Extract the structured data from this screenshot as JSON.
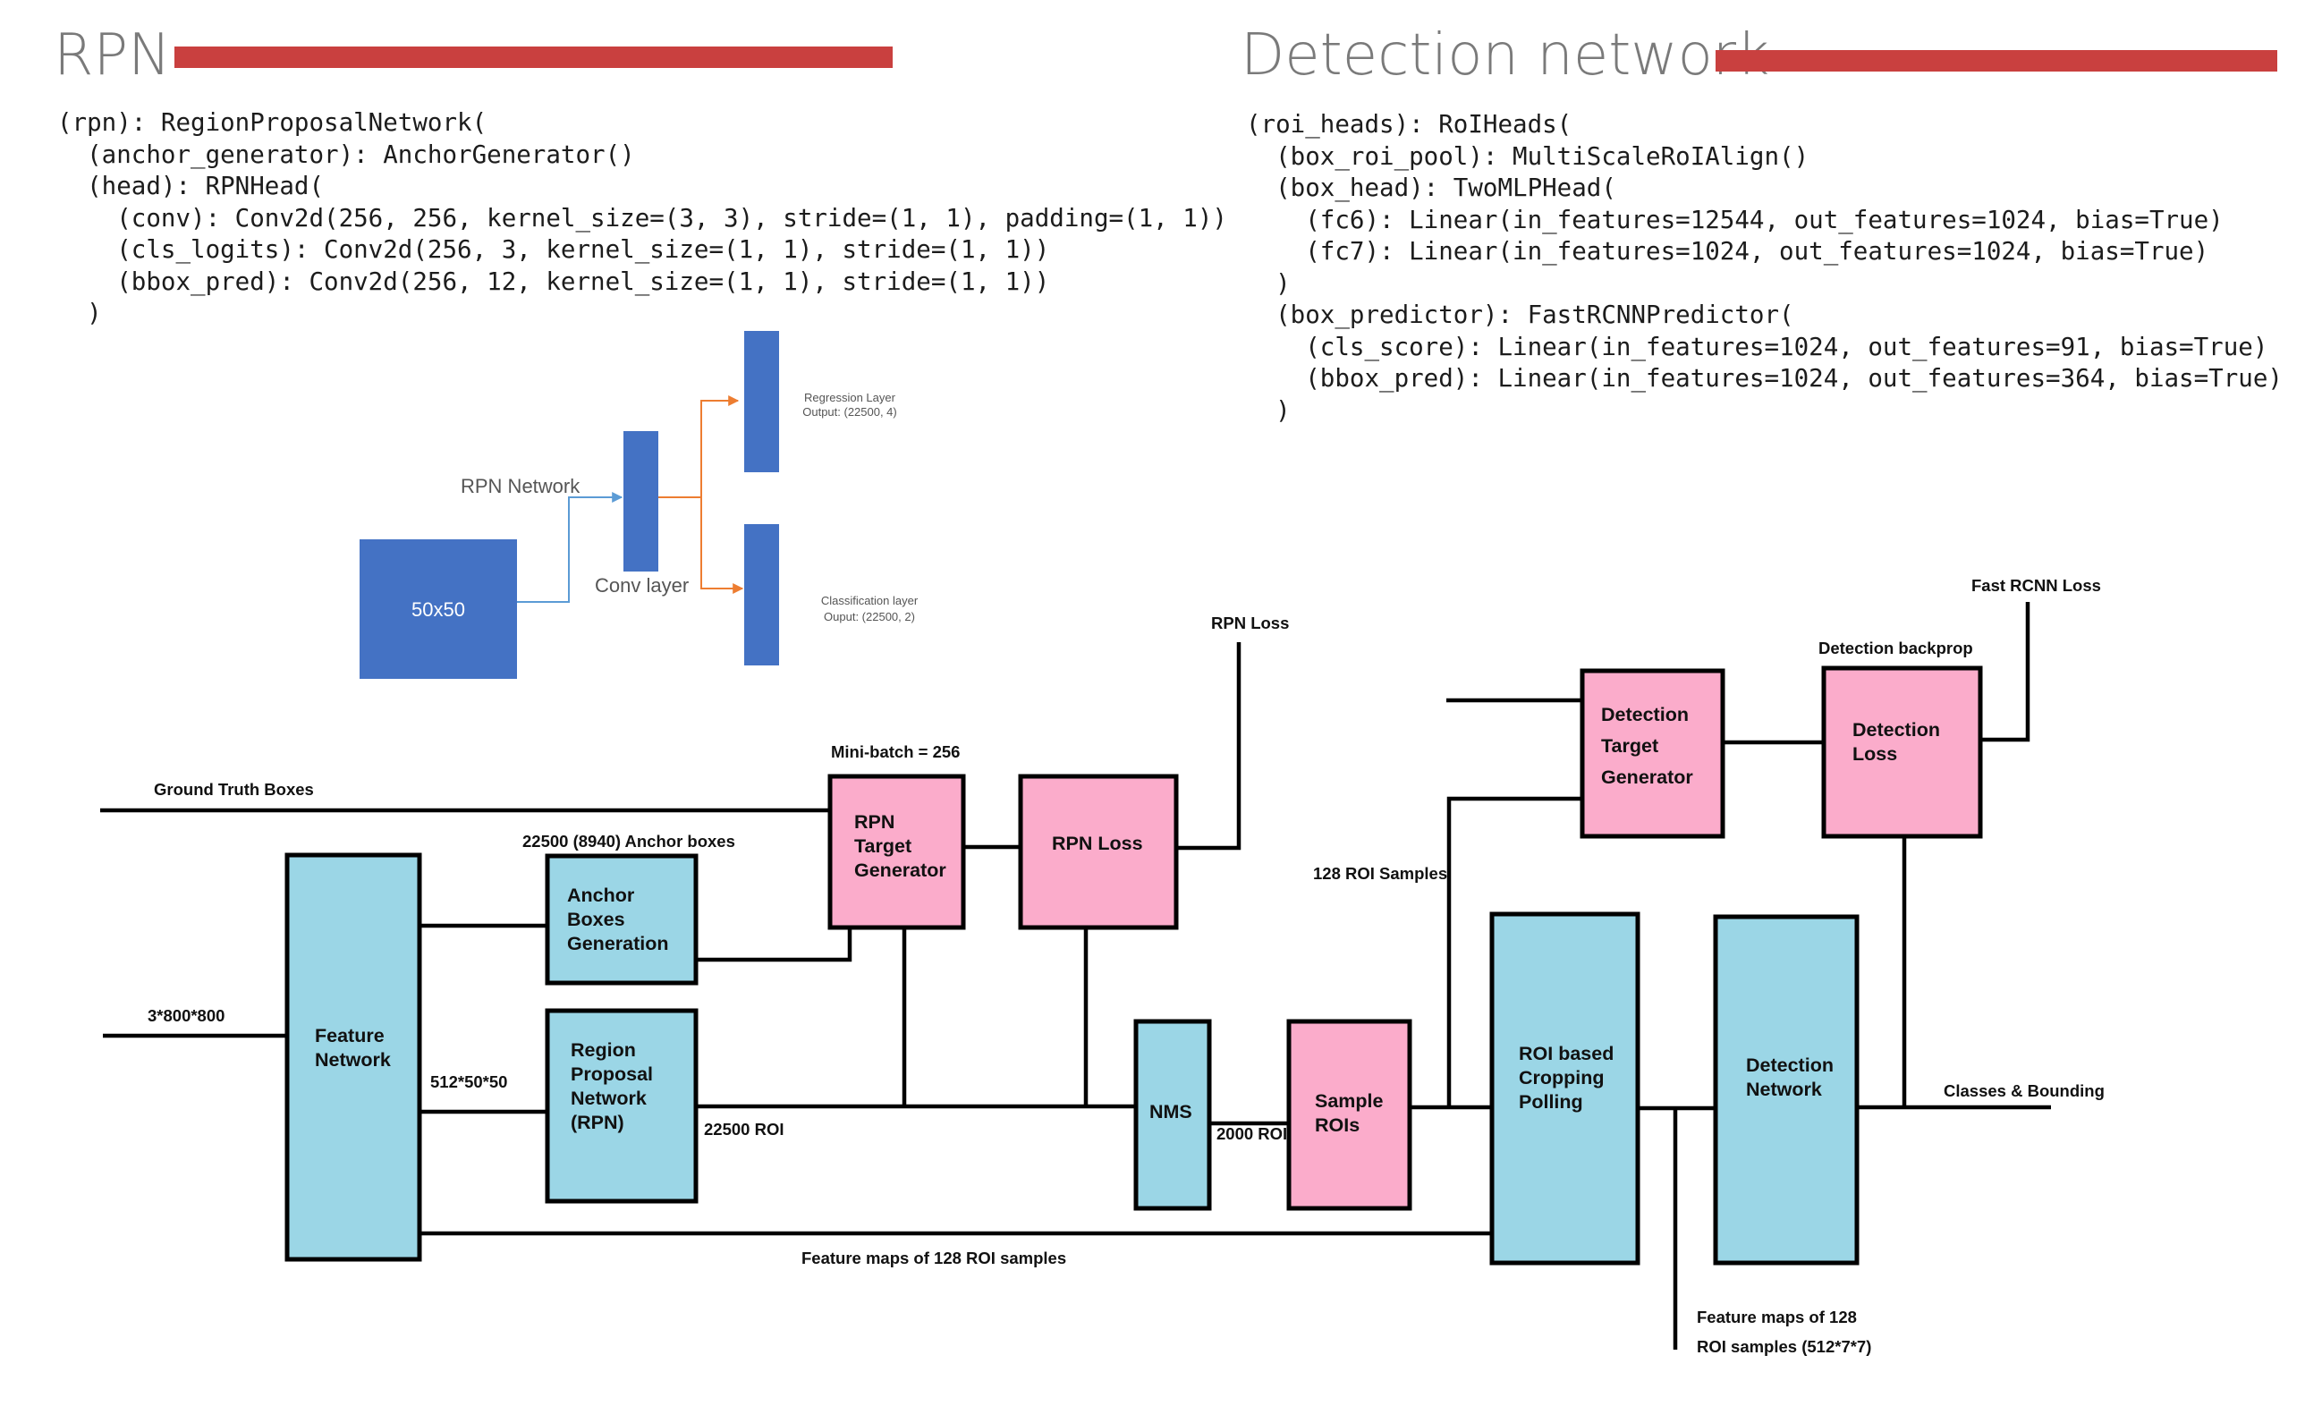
{
  "rpn_section": {
    "title": "RPN",
    "code": "(rpn): RegionProposalNetwork(\n  (anchor_generator): AnchorGenerator()\n  (head): RPNHead(\n    (conv): Conv2d(256, 256, kernel_size=(3, 3), stride=(1, 1), padding=(1, 1))\n    (cls_logits): Conv2d(256, 3, kernel_size=(1, 1), stride=(1, 1))\n    (bbox_pred): Conv2d(256, 12, kernel_size=(1, 1), stride=(1, 1))\n  )",
    "schematic": {
      "input_label": "50x50",
      "network_label": "RPN Network",
      "conv_label": "Conv layer",
      "regression_title": "Regression Layer",
      "regression_output": "Output: (22500, 4)",
      "classification_title": "Classification layer",
      "classification_output": "Ouput: (22500, 2)"
    }
  },
  "detection_section": {
    "title": "Detection network",
    "code": "(roi_heads): RoIHeads(\n  (box_roi_pool): MultiScaleRoIAlign()\n  (box_head): TwoMLPHead(\n    (fc6): Linear(in_features=12544, out_features=1024, bias=True)\n    (fc7): Linear(in_features=1024, out_features=1024, bias=True)\n  )\n  (box_predictor): FastRCNNPredictor(\n    (cls_score): Linear(in_features=1024, out_features=91, bias=True)\n    (bbox_pred): Linear(in_features=1024, out_features=364, bias=True)\n  )"
  },
  "pipeline": {
    "blocks": {
      "feature_network": [
        "Feature",
        "Network"
      ],
      "anchor_boxes_generation": [
        "Anchor",
        "Boxes",
        "Generation"
      ],
      "region_proposal_network": [
        "Region",
        "Proposal",
        "Network",
        "",
        "(RPN)"
      ],
      "rpn_target_generator": [
        "RPN",
        "Target",
        "Generator"
      ],
      "rpn_loss": [
        "RPN Loss"
      ],
      "nms": [
        "NMS"
      ],
      "sample_rois": [
        "Sample",
        "ROIs"
      ],
      "roi_cropping": [
        "ROI based",
        "Cropping",
        "Polling"
      ],
      "detection_network": [
        "Detection",
        "Network"
      ],
      "detection_target_generator": [
        "Detection",
        "Target",
        "Generator"
      ],
      "detection_loss": [
        "Detection",
        "Loss"
      ]
    },
    "labels": {
      "ground_truth_boxes": "Ground Truth Boxes",
      "input_size": "3*800*800",
      "feature_size": "512*50*50",
      "anchor_boxes": "22500 (8940) Anchor boxes",
      "mini_batch": "Mini-batch = 256",
      "rpn_loss_out": "RPN Loss",
      "roi_22500": "22500 ROI",
      "roi_2000": "2000 ROI",
      "roi_samples_128": "128 ROI Samples",
      "detection_backprop": "Detection backprop",
      "fast_rcnn_loss": "Fast RCNN Loss",
      "classes_bounding": "Classes & Bounding",
      "feature_maps_128": "Feature maps of 128 ROI samples",
      "feature_maps_line1": "Feature maps of 128",
      "feature_maps_line2": "ROI samples (512*7*7)"
    },
    "colors": {
      "blue_block": "#9bd6e6",
      "pink_block": "#fbaccb",
      "schematic_blue": "#4472c4",
      "heading_bar": "#c9403f"
    }
  }
}
